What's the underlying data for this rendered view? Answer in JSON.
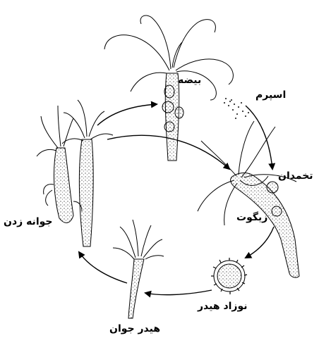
{
  "labels": {
    "egg": "بیضه",
    "sperm": "اسپرم",
    "ovary": "تخمدان",
    "zygote": "زیگوت",
    "newborn_hydra": "نوزاد هیدر",
    "young_hydra": "هیدر جوان",
    "budding": "جوانه زدن"
  },
  "colors": {
    "ink": "#000000",
    "stipple": "#555555",
    "background": "#ffffff"
  }
}
